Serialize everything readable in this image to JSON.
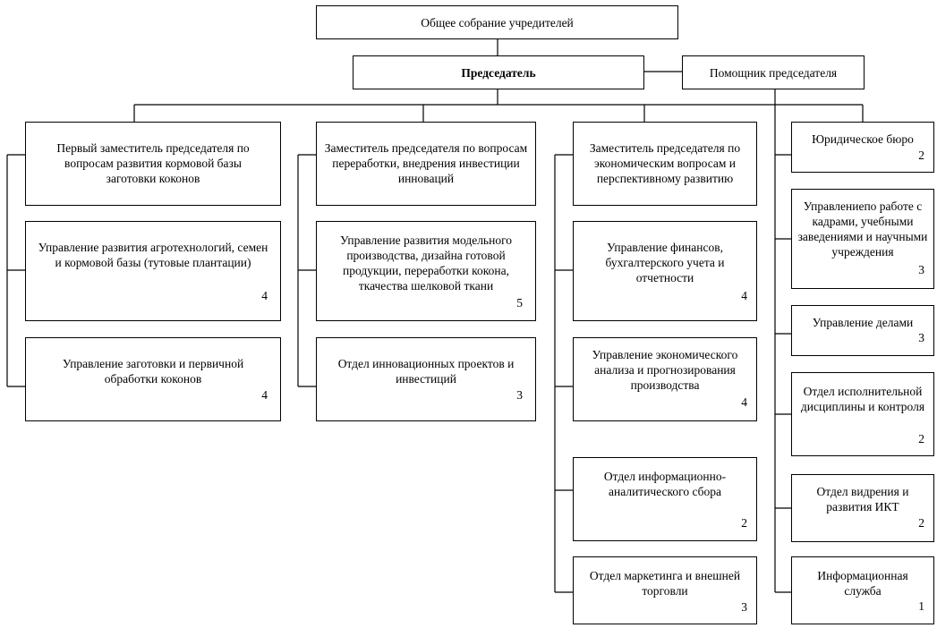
{
  "top": {
    "founders": "Общее собрание учредителей",
    "chairman": "Председатель",
    "assistant": "Помощник председателя"
  },
  "col1": {
    "head": "Первый заместитель председателя по вопросам развития кормовой базы заготовки коконов",
    "items": [
      {
        "label": "Управление развития агротехнологий, семен и кормовой базы (тутовые плантации)",
        "count": "4"
      },
      {
        "label": "Управление заготовки и первичной обработки коконов",
        "count": "4"
      }
    ]
  },
  "col2": {
    "head": "Заместитель председателя по вопросам переработки, внедрения инвестиции инноваций",
    "items": [
      {
        "label": "Управление развития модельного производства, дизайна готовой продукции, переработки кокона, ткачества шелковой ткани",
        "count": "5"
      },
      {
        "label": "Отдел инновационных проектов и инвестиций",
        "count": "3"
      }
    ]
  },
  "col3": {
    "head": "Заместитель председателя по экономическим вопросам и перспективному развитию",
    "items": [
      {
        "label": "Управление финансов, бухгалтерского учета и отчетности",
        "count": "4"
      },
      {
        "label": "Управление экономического анализа и прогнозирования производства",
        "count": "4"
      },
      {
        "label": "Отдел информационно-аналитического сбора",
        "count": "2"
      },
      {
        "label": "Отдел маркетинга и внешней торговли",
        "count": "3"
      }
    ]
  },
  "col4": {
    "items": [
      {
        "label": "Юридическое бюро",
        "count": "2"
      },
      {
        "label": "Управлениепо работе с кадрами, учебными заведениями и научными учреждения",
        "count": "3"
      },
      {
        "label": "Управление делами",
        "count": "3"
      },
      {
        "label": "Отдел исполнительной дисциплины и контроля",
        "count": "2"
      },
      {
        "label": "Отдел видрения и развития ИКТ",
        "count": "2"
      },
      {
        "label": "Информационная служба",
        "count": "1"
      }
    ]
  }
}
